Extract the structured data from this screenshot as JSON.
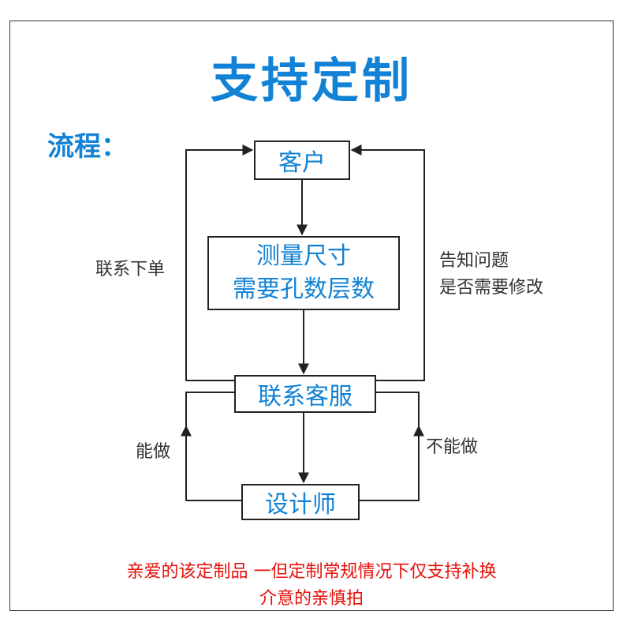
{
  "title": "支持定制",
  "process_label": "流程：",
  "nodes": {
    "customer": "客户",
    "measure_line1": "测量尺寸",
    "measure_line2": "需要孔数层数",
    "service": "联系客服",
    "designer": "设计师"
  },
  "edge_labels": {
    "order": "联系下单",
    "notify_line1": "告知问题",
    "notify_line2": "是否需要修改",
    "can": "能做",
    "cannot": "不能做"
  },
  "note": {
    "line1": "亲爱的该定制品 一但定制常规情况下仅支持补换",
    "line2": "介意的亲慎拍"
  },
  "colors": {
    "title": "#1182d6",
    "box_text": "#1182d6",
    "note": "#e8100a",
    "lines": "#222222"
  }
}
